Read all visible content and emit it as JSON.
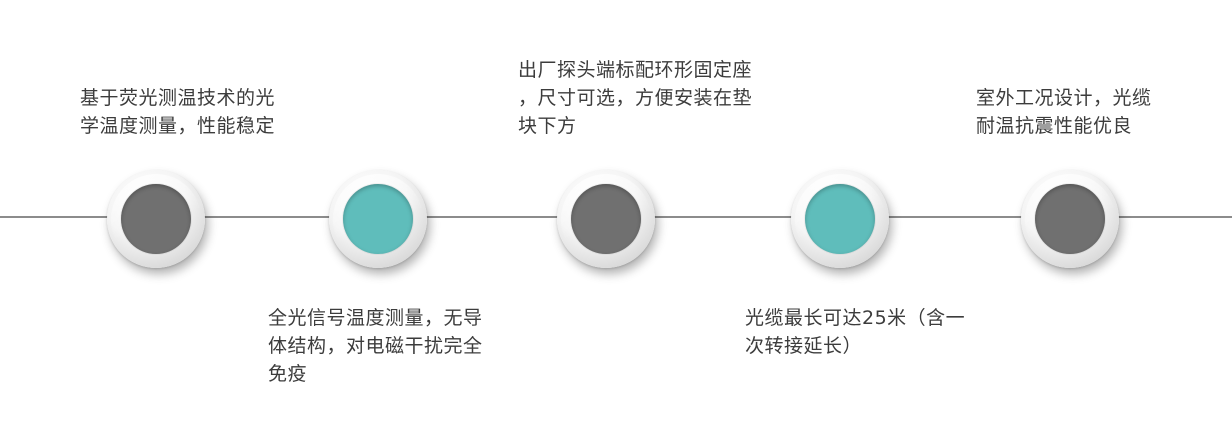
{
  "steps": [
    {
      "text": "基于荧光测温技术的光\n学温度测量，性能稳定",
      "position": "top",
      "color": "#707070"
    },
    {
      "text": "全光信号温度测量，无导\n体结构，对电磁干扰完全\n免疫",
      "position": "bottom",
      "color": "#5fbdbb"
    },
    {
      "text": "出厂探头端标配环形固定座\n，尺寸可选，方便安装在垫\n块下方",
      "position": "top",
      "color": "#707070"
    },
    {
      "text": "光缆最长可达25米（含一\n次转接延长）",
      "position": "bottom",
      "color": "#5fbdbb"
    },
    {
      "text": "室外工况设计，光缆\n耐温抗震性能优良",
      "position": "top",
      "color": "#707070"
    }
  ]
}
